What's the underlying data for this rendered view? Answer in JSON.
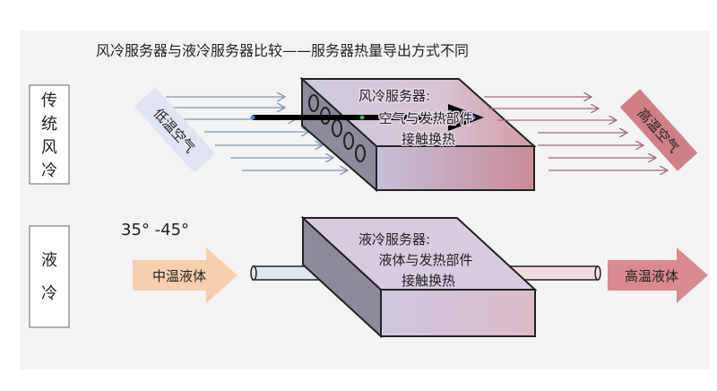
{
  "title": "风冷服务器与液冷服务器比较——服务器热量导出方式不同",
  "air_section": {
    "label_chars": [
      "传",
      "统",
      "风",
      "冷"
    ],
    "inlet_label": "低温空气",
    "outlet_label": "高温空气",
    "server_lines": [
      "风冷服务器:",
      "空气与发热部件",
      "接触换热"
    ]
  },
  "liquid_section": {
    "label_chars": [
      "液",
      "冷"
    ],
    "temperature": "35°  -45°",
    "inlet_label": "中温液体",
    "outlet_label": "高温液体",
    "server_lines": [
      "液冷服务器:",
      "液体与发热部件",
      "接触换热"
    ]
  },
  "colors": {
    "cold": "#dfe6f2",
    "hot": "#c9737c",
    "warm_arrow": "#f6cfae",
    "hot_arrow": "#d88a8f"
  }
}
